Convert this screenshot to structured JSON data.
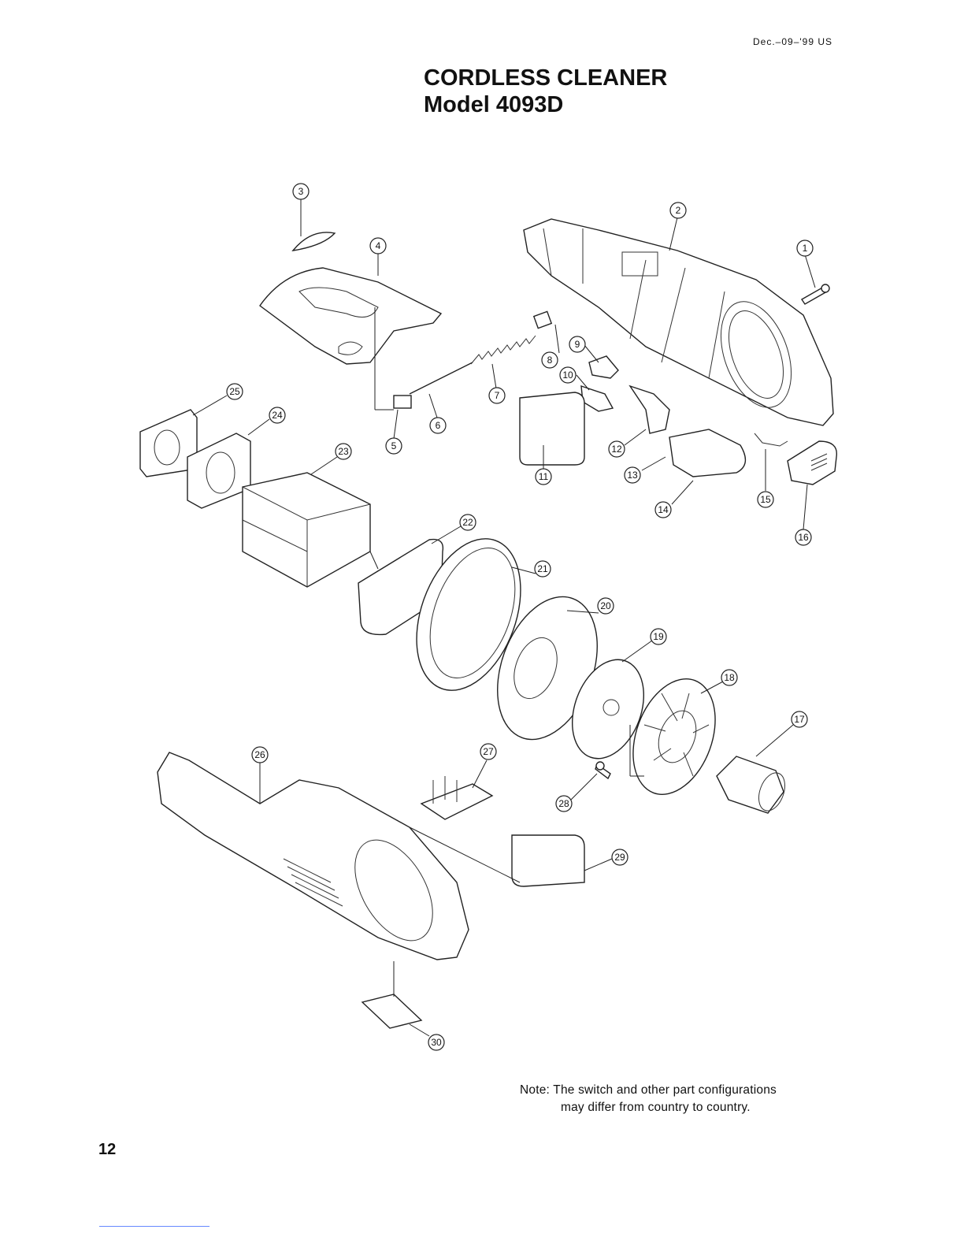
{
  "header": {
    "date_code": "Dec.–09–'99  US",
    "title_line1": "CORDLESS CLEANER",
    "title_line2": "Model 4093D"
  },
  "callouts": [
    "1",
    "2",
    "3",
    "4",
    "5",
    "6",
    "7",
    "8",
    "9",
    "10",
    "11",
    "12",
    "13",
    "14",
    "15",
    "16",
    "17",
    "18",
    "19",
    "20",
    "21",
    "22",
    "23",
    "24",
    "25",
    "26",
    "27",
    "28",
    "29",
    "30"
  ],
  "note": {
    "line1": "Note: The switch and other part configurations",
    "line2": "may differ from country to country."
  },
  "page_number": "12"
}
